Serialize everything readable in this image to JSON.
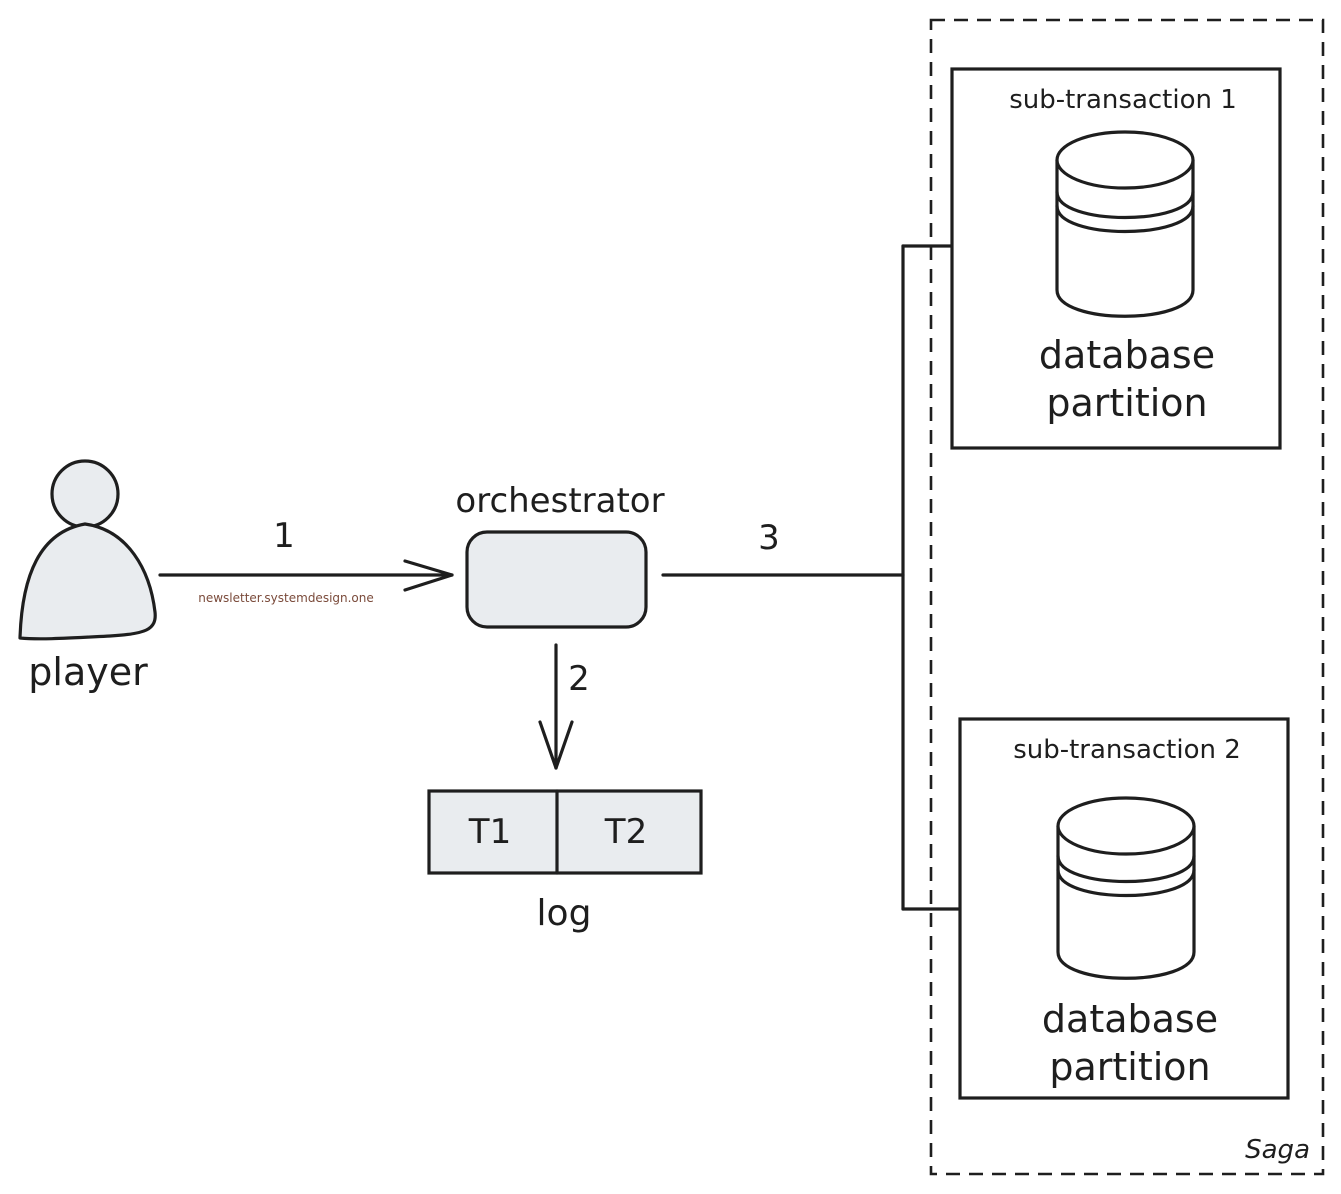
{
  "actor": {
    "label": "player"
  },
  "orchestrator": {
    "label": "orchestrator"
  },
  "steps": {
    "one": "1",
    "two": "2",
    "three": "3"
  },
  "watermark": "newsletter.systemdesign.one",
  "log": {
    "label": "log",
    "cells": [
      "T1",
      "T2"
    ]
  },
  "saga": {
    "label": "Saga",
    "subtransactions": [
      {
        "title": "sub-transaction 1",
        "db_line1": "database",
        "db_line2": "partition"
      },
      {
        "title": "sub-transaction 2",
        "db_line1": "database",
        "db_line2": "partition"
      }
    ]
  },
  "colors": {
    "stroke": "#1e1e1e",
    "orchestrator_fill": "#e9ecef",
    "log_fill": "#e9ecef",
    "person_fill": "#e9ecef",
    "watermark": "#7a4a3a"
  }
}
